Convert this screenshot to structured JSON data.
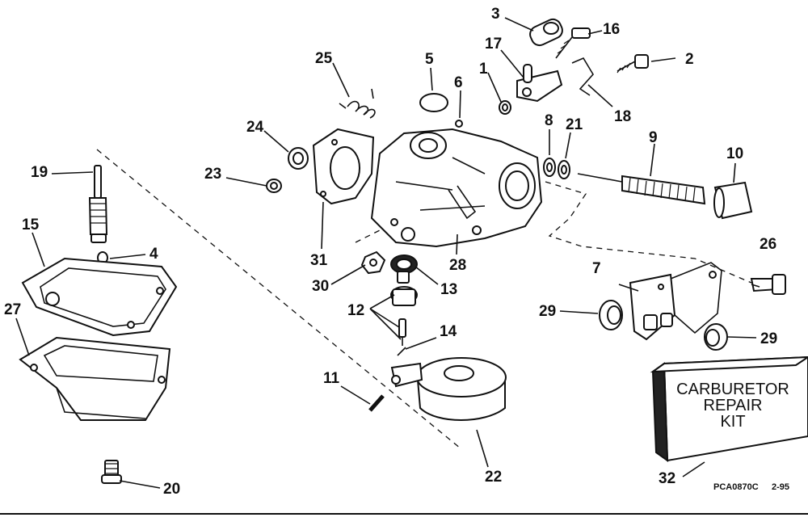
{
  "figure": {
    "kit_label": [
      "CARBURETOR",
      "REPAIR",
      "KIT"
    ],
    "code": "PCA0870C",
    "date": "2-95"
  },
  "callouts": {
    "p1": "1",
    "p2": "2",
    "p3": "3",
    "p4": "4",
    "p5": "5",
    "p6": "6",
    "p7": "7",
    "p8": "8",
    "p9": "9",
    "p10": "10",
    "p11": "11",
    "p12": "12",
    "p13": "13",
    "p14": "14",
    "p15": "15",
    "p16": "16",
    "p17": "17",
    "p18": "18",
    "p19": "19",
    "p20": "20",
    "p21": "21",
    "p22": "22",
    "p23": "23",
    "p24": "24",
    "p25": "25",
    "p26": "26",
    "p27": "27",
    "p28": "28",
    "p29a": "29",
    "p29b": "29",
    "p30": "30",
    "p31": "31",
    "p32": "32"
  }
}
